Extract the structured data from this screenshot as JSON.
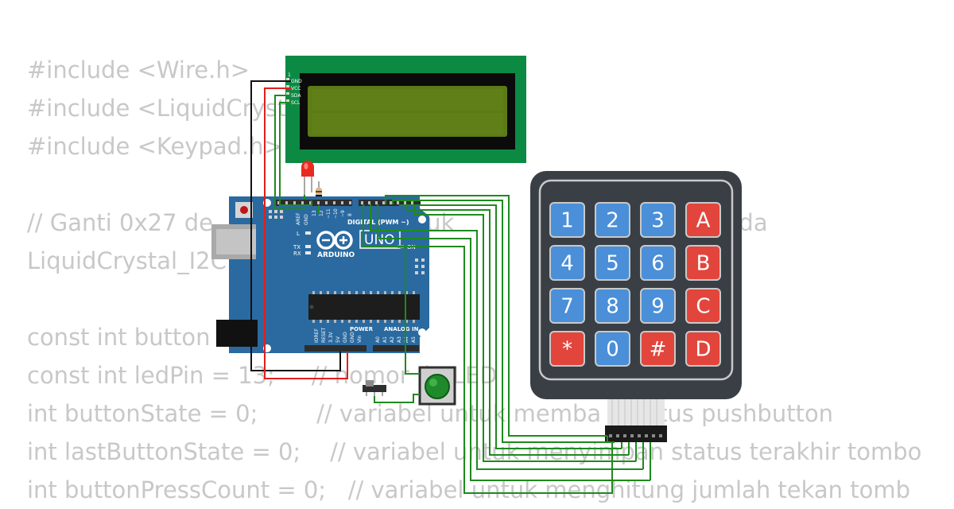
{
  "code_lines": [
    "#include <Wire.h>",
    "#include <LiquidCryst",
    "#include <Keypad.h>",
    "",
    "// Ganti 0x27 de                    ditemuk                   er jika berbeda",
    "LiquidCrystal_I2C",
    "",
    "const int button              r pin pus",
    "const int ledPin = 13;     // nomor  in LED",
    "int buttonState = 0;        // variabel untuk memba   status pushbutton",
    "int lastButtonState = 0;    // variabel untuk menyimpan status terakhir tombo",
    "int buttonPressCount = 0;   // variabel untuk menghitung jumlah tekan tomb"
  ],
  "lcd": {
    "pins": [
      "1",
      "GND",
      "VCC",
      "SDA",
      "SCL"
    ]
  },
  "arduino": {
    "brand": "ARDUINO",
    "model": "UNO",
    "header_digital": "DIGITAL (PWM ~)",
    "header_power": "POWER",
    "header_analog": "ANALOG IN",
    "aref": "AREF",
    "gnd": "GND",
    "pin_13": "13",
    "pin_12": "12",
    "pin_11": "~11",
    "pin_10": "~10",
    "pin_9": "~9",
    "pin_8": "8",
    "l_led": "L",
    "tx": "TX",
    "rx": "RX",
    "on": "ON",
    "power_pins": [
      "IOREF",
      "RESET",
      "3.3V",
      "5V",
      "GND",
      "GND",
      "Vin"
    ],
    "analog_pins": [
      "A0",
      "A1",
      "A2",
      "A3",
      "A4",
      "A5"
    ]
  },
  "keypad": {
    "keys": [
      "1",
      "2",
      "3",
      "A",
      "4",
      "5",
      "6",
      "B",
      "7",
      "8",
      "9",
      "C",
      "*",
      "0",
      "#",
      "D"
    ],
    "key_color_number": "#4a8fd8",
    "key_color_special": "#e2453c"
  },
  "colors": {
    "wire_green": "#1e8a1e",
    "wire_red": "#e0201c",
    "wire_black": "#111111",
    "board_blue": "#2a6aa0",
    "lcd_green": "#0c8a44",
    "lcd_screen": "#5c7a16",
    "keypad_body": "#3a3f45"
  }
}
